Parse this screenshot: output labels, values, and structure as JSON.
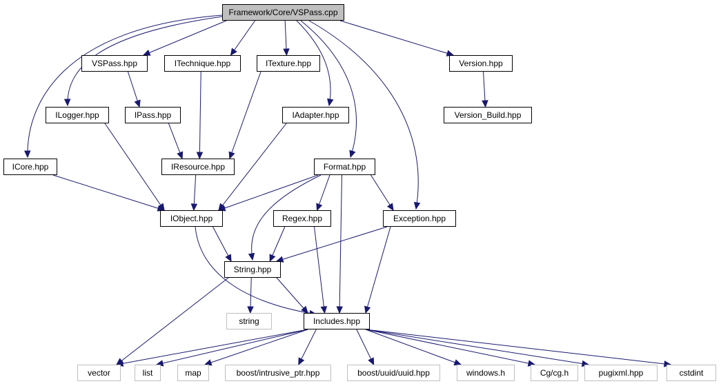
{
  "graph": {
    "edge_color": "#191970",
    "root_fill": "#bfbfbf",
    "external_border": "#bfbfbf",
    "nodes": [
      {
        "id": "root",
        "label": "Framework/Core/VSPass.cpp",
        "kind": "root"
      },
      {
        "id": "vspass_hpp",
        "label": "VSPass.hpp",
        "kind": "header"
      },
      {
        "id": "itechnique",
        "label": "ITechnique.hpp",
        "kind": "header"
      },
      {
        "id": "itexture",
        "label": "ITexture.hpp",
        "kind": "header"
      },
      {
        "id": "version",
        "label": "Version.hpp",
        "kind": "header"
      },
      {
        "id": "ilogger",
        "label": "ILogger.hpp",
        "kind": "header"
      },
      {
        "id": "ipass",
        "label": "IPass.hpp",
        "kind": "header"
      },
      {
        "id": "iadapter",
        "label": "IAdapter.hpp",
        "kind": "header"
      },
      {
        "id": "version_build",
        "label": "Version_Build.hpp",
        "kind": "header"
      },
      {
        "id": "icore",
        "label": "ICore.hpp",
        "kind": "header"
      },
      {
        "id": "iresource",
        "label": "IResource.hpp",
        "kind": "header"
      },
      {
        "id": "format",
        "label": "Format.hpp",
        "kind": "header"
      },
      {
        "id": "iobject",
        "label": "IObject.hpp",
        "kind": "header"
      },
      {
        "id": "regex",
        "label": "Regex.hpp",
        "kind": "header"
      },
      {
        "id": "exception",
        "label": "Exception.hpp",
        "kind": "header"
      },
      {
        "id": "string_hpp",
        "label": "String.hpp",
        "kind": "header"
      },
      {
        "id": "string_ext",
        "label": "string",
        "kind": "external"
      },
      {
        "id": "includes",
        "label": "Includes.hpp",
        "kind": "header"
      },
      {
        "id": "vector",
        "label": "vector",
        "kind": "external"
      },
      {
        "id": "list",
        "label": "list",
        "kind": "external"
      },
      {
        "id": "map",
        "label": "map",
        "kind": "external"
      },
      {
        "id": "intrusive_ptr",
        "label": "boost/intrusive_ptr.hpp",
        "kind": "external"
      },
      {
        "id": "uuid",
        "label": "boost/uuid/uuid.hpp",
        "kind": "external"
      },
      {
        "id": "windows",
        "label": "windows.h",
        "kind": "external"
      },
      {
        "id": "cg",
        "label": "Cg/cg.h",
        "kind": "external"
      },
      {
        "id": "pugixml",
        "label": "pugixml.hpp",
        "kind": "external"
      },
      {
        "id": "cstdint",
        "label": "cstdint",
        "kind": "external"
      }
    ],
    "edges": [
      [
        "root",
        "vspass_hpp"
      ],
      [
        "root",
        "itechnique"
      ],
      [
        "root",
        "itexture"
      ],
      [
        "root",
        "version"
      ],
      [
        "root",
        "ilogger"
      ],
      [
        "root",
        "iadapter"
      ],
      [
        "root",
        "icore"
      ],
      [
        "root",
        "format"
      ],
      [
        "root",
        "exception"
      ],
      [
        "vspass_hpp",
        "ipass"
      ],
      [
        "itechnique",
        "iresource"
      ],
      [
        "itexture",
        "iresource"
      ],
      [
        "version",
        "version_build"
      ],
      [
        "ipass",
        "iresource"
      ],
      [
        "ilogger",
        "iobject"
      ],
      [
        "iadapter",
        "iobject"
      ],
      [
        "icore",
        "iobject"
      ],
      [
        "iresource",
        "iobject"
      ],
      [
        "format",
        "iobject"
      ],
      [
        "format",
        "regex"
      ],
      [
        "format",
        "exception"
      ],
      [
        "format",
        "string_hpp"
      ],
      [
        "format",
        "includes"
      ],
      [
        "iobject",
        "string_hpp"
      ],
      [
        "iobject",
        "includes"
      ],
      [
        "regex",
        "string_hpp"
      ],
      [
        "regex",
        "includes"
      ],
      [
        "exception",
        "string_hpp"
      ],
      [
        "exception",
        "includes"
      ],
      [
        "string_hpp",
        "string_ext"
      ],
      [
        "string_hpp",
        "includes"
      ],
      [
        "string_hpp",
        "vector"
      ],
      [
        "includes",
        "vector"
      ],
      [
        "includes",
        "list"
      ],
      [
        "includes",
        "map"
      ],
      [
        "includes",
        "intrusive_ptr"
      ],
      [
        "includes",
        "uuid"
      ],
      [
        "includes",
        "windows"
      ],
      [
        "includes",
        "cg"
      ],
      [
        "includes",
        "pugixml"
      ],
      [
        "includes",
        "cstdint"
      ]
    ]
  }
}
